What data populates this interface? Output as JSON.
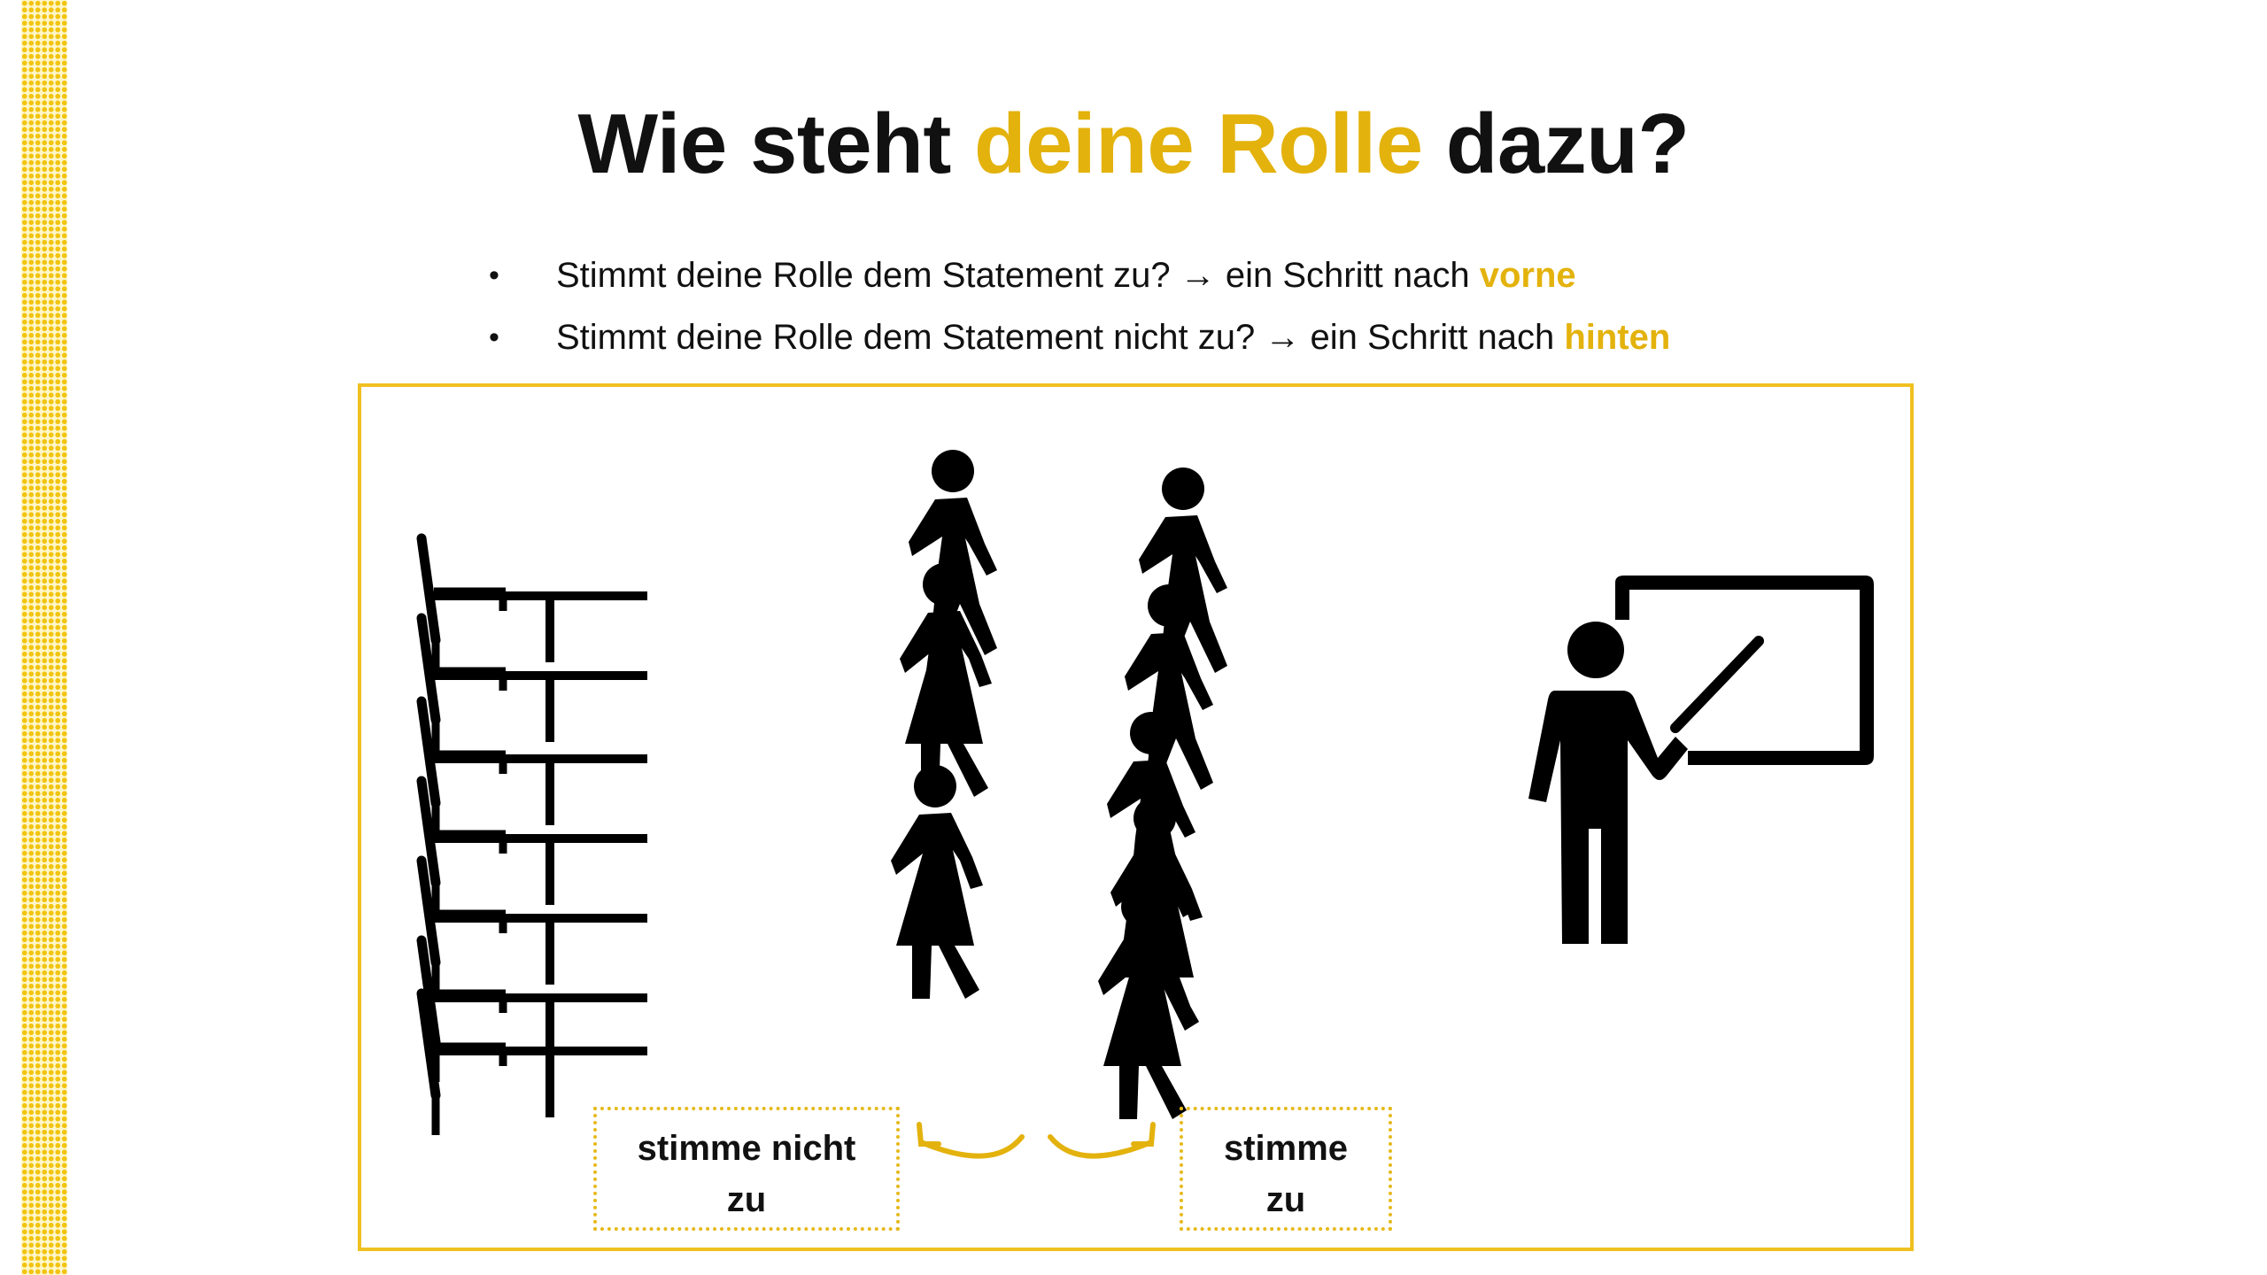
{
  "title": {
    "prefix": "Wie steht",
    "accent": "deine Rolle",
    "suffix": "dazu?"
  },
  "bullets": [
    {
      "text": "Stimmt deine Rolle dem Statement zu? → ein Schritt nach",
      "highlight": "vorne"
    },
    {
      "text": "Stimmt deine Rolle dem Statement nicht zu? → ein Schritt nach",
      "highlight": "hinten"
    }
  ],
  "labels": {
    "disagree": {
      "line1": "stimme nicht",
      "line2": "zu"
    },
    "agree": {
      "line1": "stimme",
      "line2": "zu"
    }
  },
  "colors": {
    "accent": "#e3b20c",
    "frame": "#f0c020",
    "dots": "#f2c40f",
    "figures": "#000000"
  },
  "icons": [
    "school-desk-icon",
    "walking-person-icon",
    "walking-woman-icon",
    "teacher-board-icon",
    "curved-arrow-icon"
  ]
}
